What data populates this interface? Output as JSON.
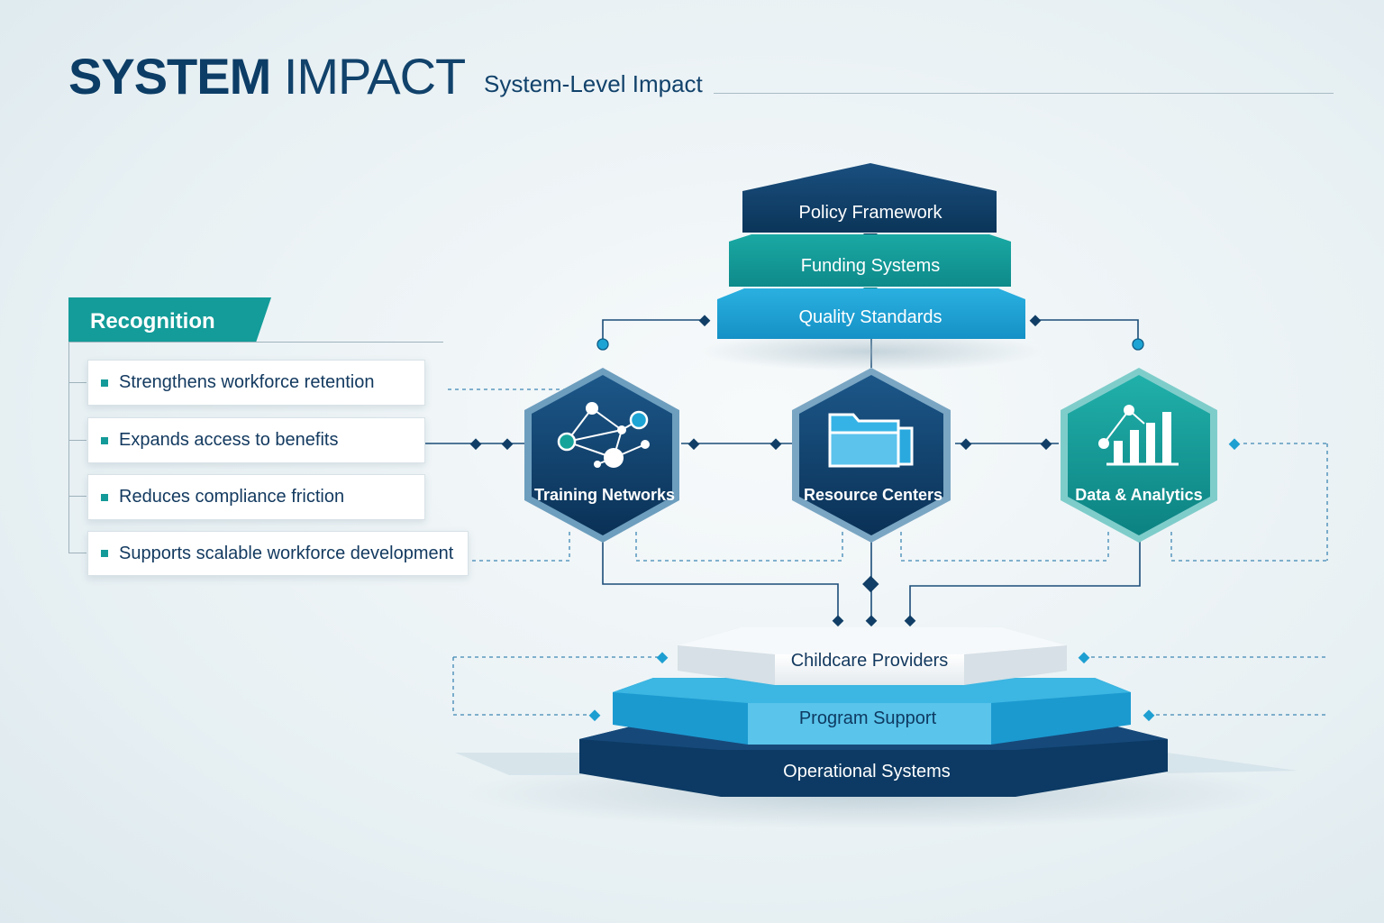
{
  "header": {
    "title_bold": "SYSTEM",
    "title_light": "IMPACT",
    "subtitle": "System-Level Impact"
  },
  "recognition": {
    "heading": "Recognition",
    "items": [
      "Strengthens workforce retention",
      "Expands access to benefits",
      "Reduces compliance friction",
      "Supports scalable workforce development"
    ]
  },
  "policy_stack": {
    "layers": [
      "Policy Framework",
      "Funding Systems",
      "Quality Standards"
    ]
  },
  "hubs": [
    "Training Networks",
    "Resource Centers",
    "Data & Analytics"
  ],
  "hub_icons": [
    "network-icon",
    "folders-icon",
    "bar-chart-icon"
  ],
  "foundation": {
    "layers": [
      "Childcare Providers",
      "Program Support",
      "Operational Systems"
    ]
  },
  "colors": {
    "navy": "#0c3d66",
    "teal": "#139c99",
    "sky": "#1fa3d6",
    "light_sky": "#4dbde4"
  }
}
